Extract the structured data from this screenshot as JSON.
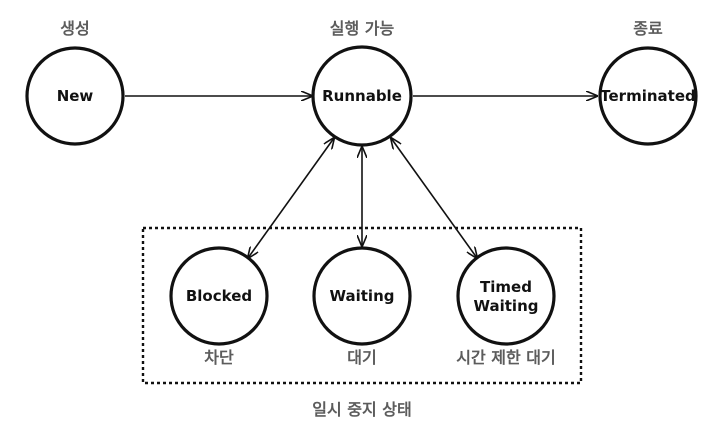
{
  "states": {
    "new": {
      "name": "New",
      "label": "생성"
    },
    "runnable": {
      "name": "Runnable",
      "label": "실행 가능"
    },
    "terminated": {
      "name": "Terminated",
      "label": "종료"
    },
    "blocked": {
      "name": "Blocked",
      "label": "차단"
    },
    "waiting": {
      "name": "Waiting",
      "label": "대기"
    },
    "timed_waiting": {
      "name_line1": "Timed",
      "name_line2": "Waiting",
      "label": "시간 제한 대기"
    }
  },
  "group": {
    "label": "일시 중지 상태"
  }
}
